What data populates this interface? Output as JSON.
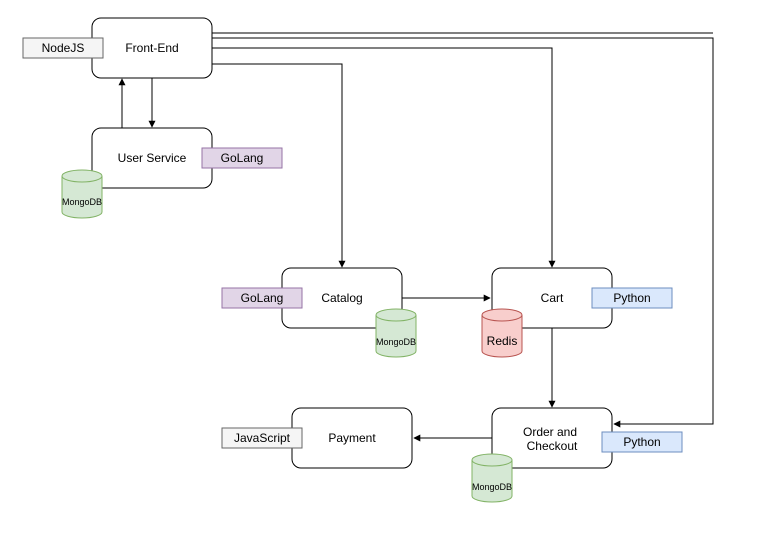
{
  "services": {
    "frontend": {
      "label": "Front-End",
      "tech": "NodeJS"
    },
    "user_service": {
      "label": "User Service",
      "tech": "GoLang",
      "db": "MongoDB"
    },
    "catalog": {
      "label": "Catalog",
      "tech": "GoLang",
      "db": "MongoDB"
    },
    "cart": {
      "label": "Cart",
      "tech": "Python",
      "db": "Redis"
    },
    "order": {
      "label_line1": "Order and",
      "label_line2": "Checkout",
      "tech": "Python",
      "db": "MongoDB"
    },
    "payment": {
      "label": "Payment",
      "tech": "JavaScript"
    }
  },
  "colors": {
    "nodejs_fill": "#f5f5f5",
    "nodejs_stroke": "#666666",
    "golang_fill": "#e1d5e7",
    "golang_stroke": "#9673a6",
    "python_fill": "#dae8fc",
    "python_stroke": "#6c8ebf",
    "js_fill": "#f5f5f5",
    "js_stroke": "#666666",
    "mongo_fill": "#d5e8d4",
    "mongo_stroke": "#82b366",
    "redis_fill": "#f8cecc",
    "redis_stroke": "#b85450"
  }
}
